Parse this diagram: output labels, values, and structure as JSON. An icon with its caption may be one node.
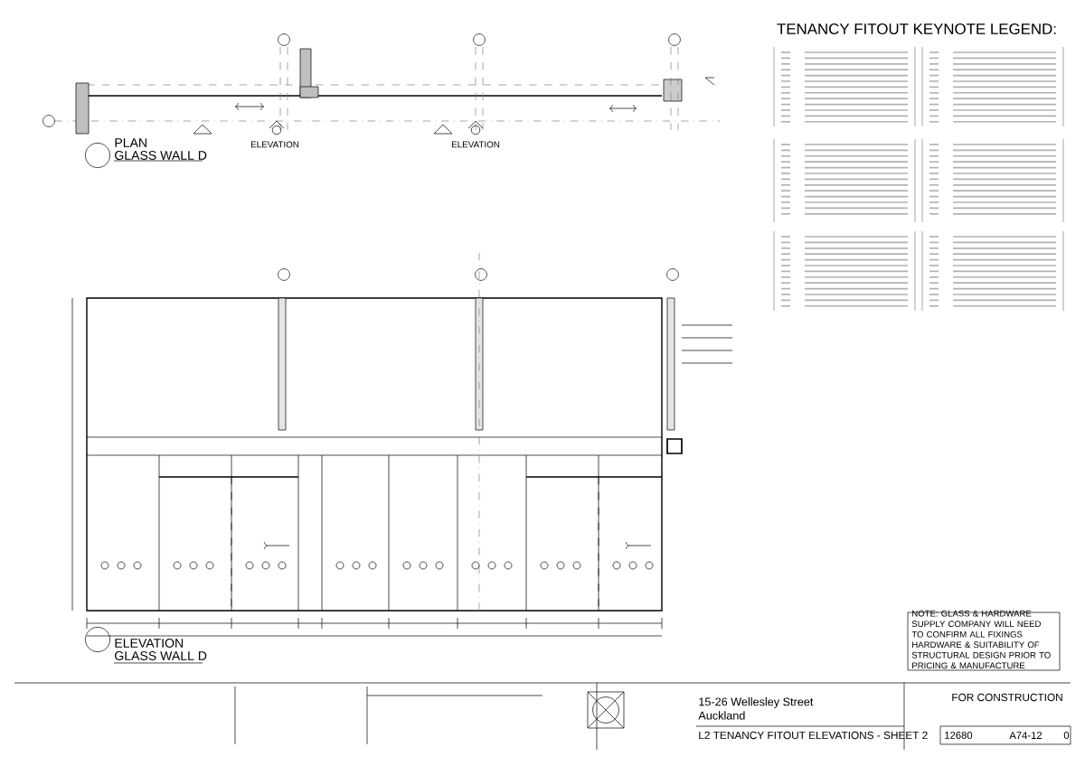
{
  "diagram": {
    "labels": [
      "PLAN",
      "GLASS WALL D",
      "ELEVATION",
      "ELEVATION",
      "TENANCY FITOUT KEYNOTE LEGEND:",
      "ELEVATION",
      "GLASS WALL D",
      "NOTE: GLASS & HARDWARE SUPPLY COMPANY WILL NEED TO CONFIRM ALL FIXINGS HARDWARE & SUITABILITY OF STRUCTURAL DESIGN PRIOR TO PRICING & MANUFACTURE",
      "15-26 Wellesley Street",
      "Auckland",
      "L2 TENANCY FITOUT ELEVATIONS - SHEET 2",
      "FOR CONSTRUCTION",
      "12680",
      "A74-12",
      "0"
    ]
  }
}
